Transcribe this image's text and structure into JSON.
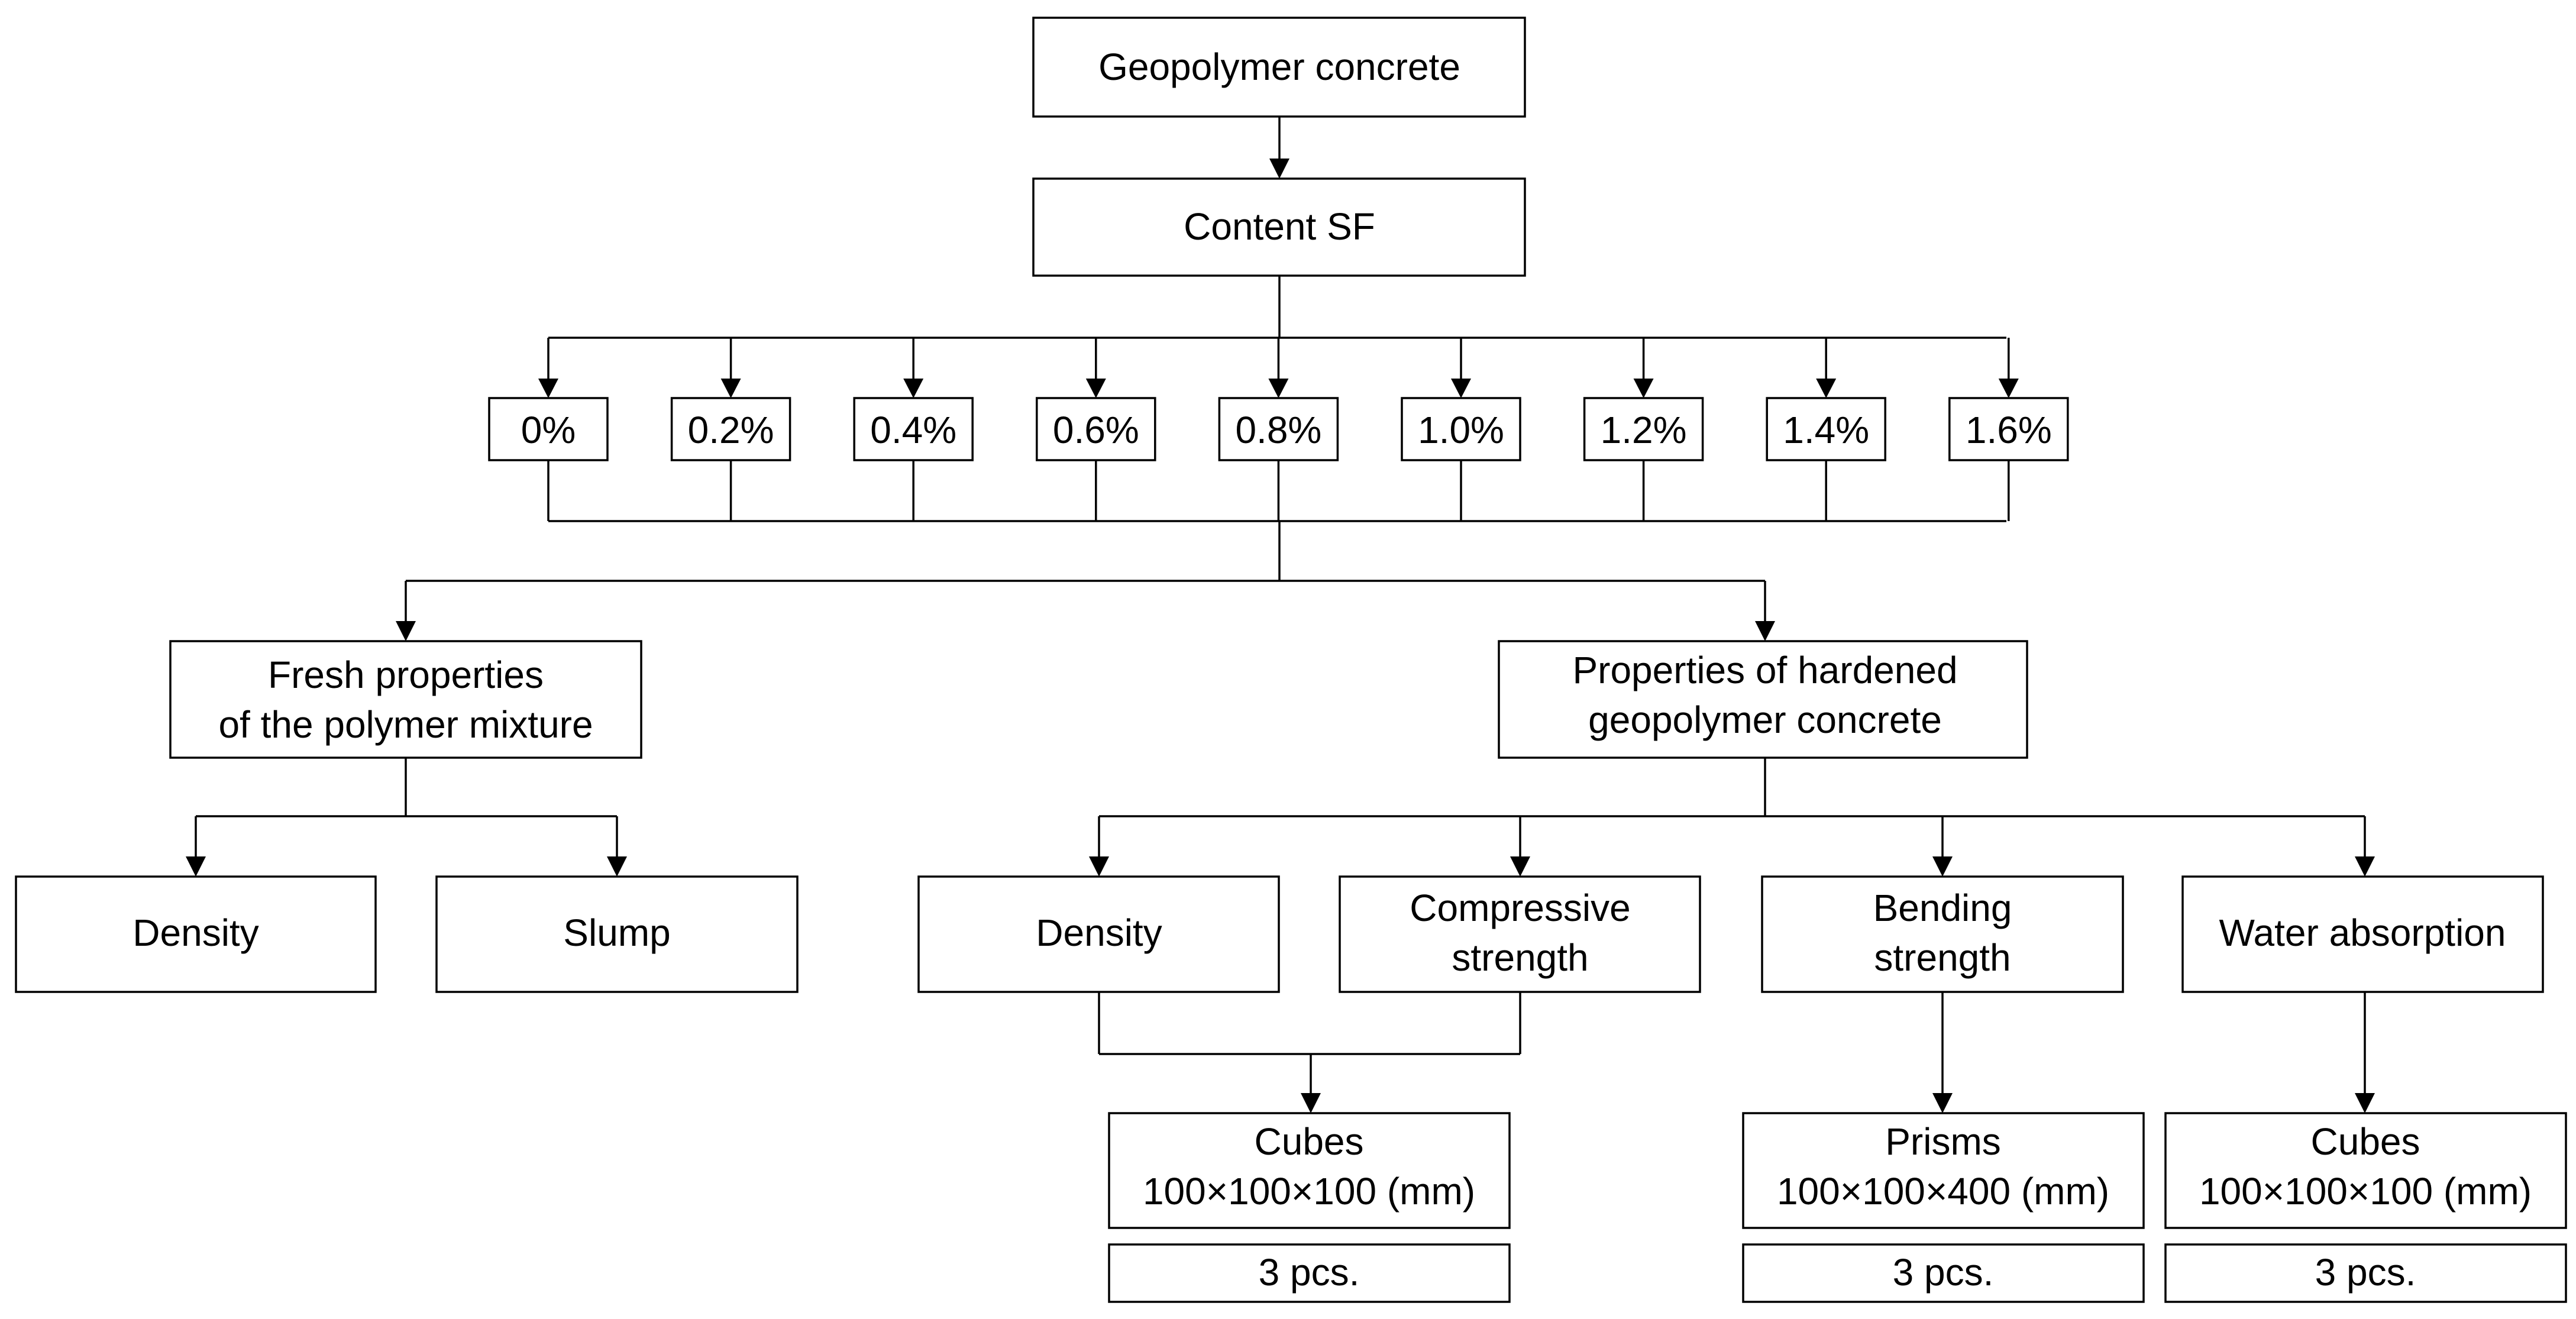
{
  "nodes": {
    "root": "Geopolymer concrete",
    "content": "Content SF",
    "percents": [
      "0%",
      "0.2%",
      "0.4%",
      "0.6%",
      "0.8%",
      "1.0%",
      "1.2%",
      "1.4%",
      "1.6%"
    ],
    "fresh": [
      "Fresh properties",
      "of the polymer mixture"
    ],
    "hardened": [
      "Properties of hardened",
      "geopolymer concrete"
    ],
    "fresh_density": "Density",
    "slump": "Slump",
    "hard_density": "Density",
    "compressive": [
      "Compressive",
      "strength"
    ],
    "bending": [
      "Bending",
      "strength"
    ],
    "water": "Water absorption",
    "cubes1": [
      "Cubes",
      "100×100×100 (mm)"
    ],
    "prisms": [
      "Prisms",
      "100×100×400 (mm)"
    ],
    "cubes2": [
      "Cubes",
      "100×100×100 (mm)"
    ],
    "pcs1": "3 pcs.",
    "pcs2": "3 pcs.",
    "pcs3": "3 pcs."
  }
}
